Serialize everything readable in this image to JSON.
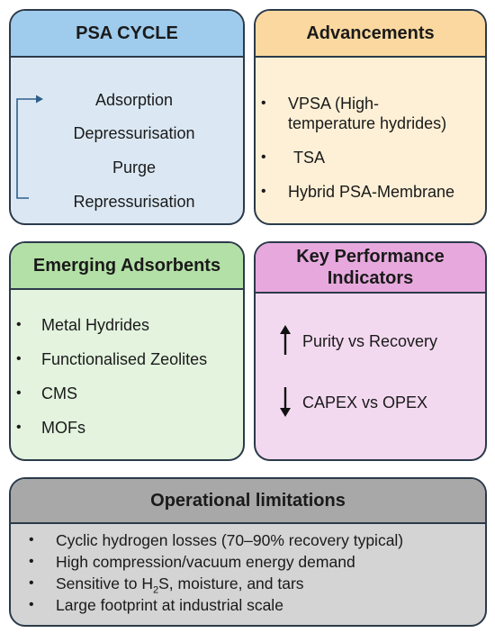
{
  "psa_cycle": {
    "title": "PSA CYCLE",
    "steps": [
      "Adsorption",
      "Depressurisation",
      "Purge",
      "Repressurisation"
    ]
  },
  "advancements": {
    "title": "Advancements",
    "items": [
      {
        "line1": "VPSA (High-",
        "line2": "temperature hydrides)"
      },
      {
        "line1": "TSA"
      },
      {
        "line1": "Hybrid PSA-Membrane"
      }
    ]
  },
  "emerging": {
    "title": "Emerging Adsorbents",
    "items": [
      "Metal Hydrides",
      "Functionalised Zeolites",
      "CMS",
      "MOFs"
    ]
  },
  "kpi": {
    "title_line1": "Key Performance",
    "title_line2": "Indicators",
    "items": [
      {
        "text": "Purity vs Recovery",
        "arrow": "up-arrow-icon"
      },
      {
        "text": "CAPEX vs OPEX",
        "arrow": "down-arrow-icon"
      }
    ]
  },
  "operational": {
    "title": "Operational limitations",
    "items": [
      "Cyclic hydrogen losses (70–90% recovery typical)",
      "High compression/vacuum energy demand",
      {
        "pre": "Sensitive to H",
        "sub": "2",
        "post": "S, moisture, and tars"
      },
      "Large footprint at industrial scale"
    ]
  },
  "bullet": "•"
}
